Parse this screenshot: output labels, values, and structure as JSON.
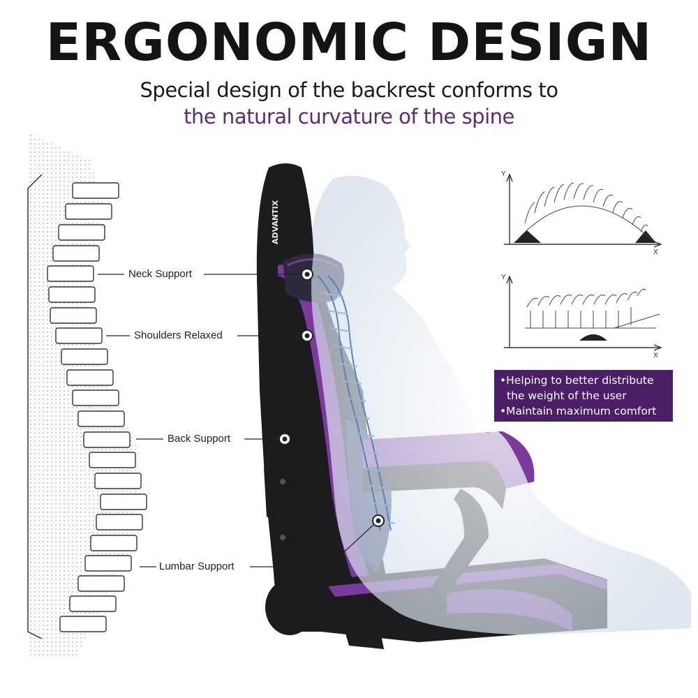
{
  "header": {
    "title": "ERGONOMIC DESIGN",
    "subtitle_line1": "Special design of the backrest conforms to",
    "subtitle_line2": "the natural curvature of the spine"
  },
  "callouts": {
    "neck": "Neck Support",
    "shoulders": "Shoulders Relaxed",
    "back": "Back Support",
    "lumbar": "Lumbar Support"
  },
  "brand_mark": "ADVANTIX",
  "graph_axes": {
    "y": "Y",
    "x": "X"
  },
  "info_box": {
    "line1": "•Helping to better distribute",
    "line2": "the weight of the user",
    "line3": "•Maintain maximum comfort"
  },
  "colors": {
    "accent_purple": "#5e2a78",
    "box_purple": "#4a1f66",
    "chair_purple": "#7b3a9e",
    "chair_black": "#1c1c1e"
  }
}
